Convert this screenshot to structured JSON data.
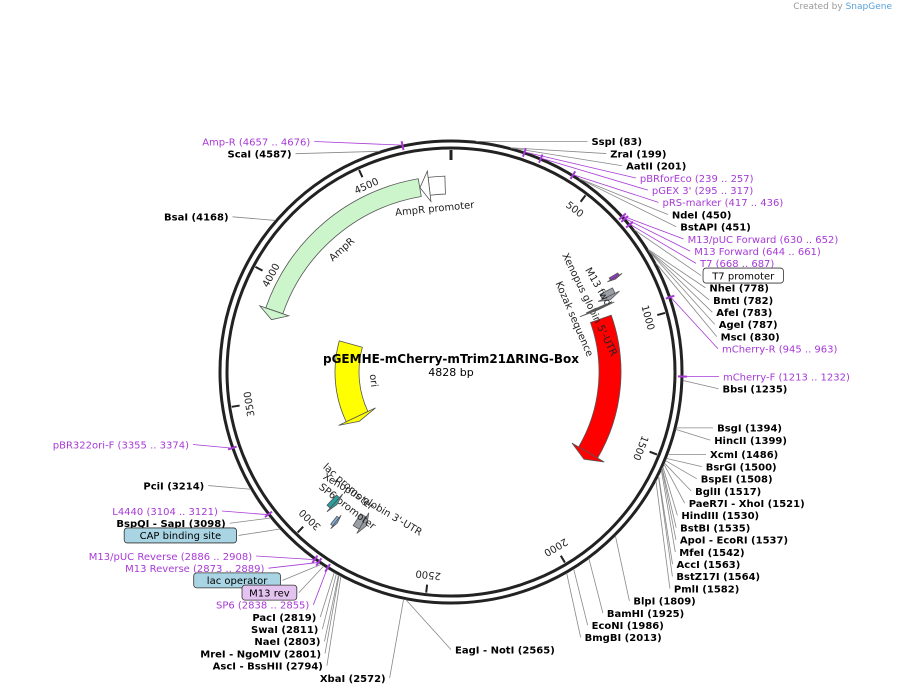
{
  "credit": {
    "prefix": "Created by",
    "brand": "SnapGene"
  },
  "chart_data": {
    "type": "plasmid-map",
    "title": "pGEMHE-mCherry-mTrim21ΔRING-Box",
    "length_label": "4828 bp",
    "length": 4828,
    "ticks": [
      {
        "pos": 0,
        "label": ""
      },
      {
        "pos": 500,
        "label": "500"
      },
      {
        "pos": 1000,
        "label": "1000"
      },
      {
        "pos": 1500,
        "label": "1500"
      },
      {
        "pos": 2000,
        "label": "2000"
      },
      {
        "pos": 2500,
        "label": "2500"
      },
      {
        "pos": 3000,
        "label": "3000"
      },
      {
        "pos": 3500,
        "label": "3500"
      },
      {
        "pos": 4000,
        "label": "4000"
      },
      {
        "pos": 4500,
        "label": "4500"
      }
    ],
    "features": [
      {
        "name": "AmpR",
        "start": 3839,
        "end": 4699,
        "dir": -1,
        "color": "#ccf5cc",
        "track": 3
      },
      {
        "name": "AmpR promoter",
        "start": 4700,
        "end": 4804,
        "dir": -1,
        "color": "#ffffff",
        "track": 3
      },
      {
        "name": "ori",
        "start": 3242,
        "end": 3830,
        "dir": -1,
        "color": "#ffff00",
        "track": 4
      },
      {
        "name": "mCherry",
        "start": 945,
        "end": 1653,
        "dir": 1,
        "color": "#ff0000",
        "track": 2
      },
      {
        "name": "Xenopus globin 5'-UTR",
        "start": 838,
        "end": 880,
        "dir": 1,
        "color": "#9a9fa5",
        "track": 1
      },
      {
        "name": "M13 fwd",
        "start": 795,
        "end": 812,
        "dir": 1,
        "color": "#9933cc",
        "track": 0
      },
      {
        "name": "Xenopus globin 3'-UTR",
        "start": 2800,
        "end": 2850,
        "dir": -1,
        "color": "#9a9fa5",
        "track": 1
      },
      {
        "name": "SP6 promoter",
        "start": 2910,
        "end": 2928,
        "dir": -1,
        "color": "#7fb0e0",
        "track": 0
      },
      {
        "name": "lac promoter",
        "start": 2960,
        "end": 2990,
        "dir": -1,
        "color": "#2aa0a0",
        "track": 1
      },
      {
        "name": "Kozak sequence",
        "start": 890,
        "end": 900,
        "dir": 1,
        "color": "#666666",
        "track": 2
      }
    ],
    "sites_right": [
      {
        "name": "SspI",
        "pos": "(83)",
        "bp": 83
      },
      {
        "name": "ZraI",
        "pos": "(199)",
        "bp": 199
      },
      {
        "name": "AatII",
        "pos": "(201)",
        "bp": 201
      },
      {
        "name": "pBRforEco",
        "pos": "(239 .. 257)",
        "bp": 248,
        "primer": true
      },
      {
        "name": "pGEX 3'",
        "pos": "(295 .. 317)",
        "bp": 306,
        "primer": true
      },
      {
        "name": "pRS-marker",
        "pos": "(417 .. 436)",
        "bp": 426,
        "primer": true
      },
      {
        "name": "NdeI",
        "pos": "(450)",
        "bp": 450
      },
      {
        "name": "BstAPI",
        "pos": "(451)",
        "bp": 451
      },
      {
        "name": "M13/pUC Forward",
        "pos": "(630 .. 652)",
        "bp": 641,
        "primer": true
      },
      {
        "name": "M13 Forward",
        "pos": "(644 .. 661)",
        "bp": 652,
        "primer": true
      },
      {
        "name": "T7",
        "pos": "(668 .. 687)",
        "bp": 677,
        "primer": true
      },
      {
        "name": "T7 promoter",
        "pos": "",
        "bp": 700,
        "boxed": true
      },
      {
        "name": "NheI",
        "pos": "(778)",
        "bp": 778
      },
      {
        "name": "BmtI",
        "pos": "(782)",
        "bp": 782
      },
      {
        "name": "AfeI",
        "pos": "(783)",
        "bp": 783
      },
      {
        "name": "AgeI",
        "pos": "(787)",
        "bp": 787
      },
      {
        "name": "MscI",
        "pos": "(830)",
        "bp": 830
      },
      {
        "name": "mCherry-R",
        "pos": "(945 .. 963)",
        "bp": 954,
        "primer": true
      },
      {
        "name": "mCherry-F",
        "pos": "(1213 .. 1232)",
        "bp": 1222,
        "primer": true
      },
      {
        "name": "BbsI",
        "pos": "(1235)",
        "bp": 1235
      },
      {
        "name": "BsgI",
        "pos": "(1394)",
        "bp": 1394
      },
      {
        "name": "HincII",
        "pos": "(1399)",
        "bp": 1399
      },
      {
        "name": "XcmI",
        "pos": "(1486)",
        "bp": 1486
      },
      {
        "name": "BsrGI",
        "pos": "(1500)",
        "bp": 1500
      },
      {
        "name": "BspEI",
        "pos": "(1508)",
        "bp": 1508
      },
      {
        "name": "BglII",
        "pos": "(1517)",
        "bp": 1517
      },
      {
        "name": "PaeR7I - XhoI",
        "pos": "(1521)",
        "bp": 1521
      },
      {
        "name": "HindIII",
        "pos": "(1530)",
        "bp": 1530
      },
      {
        "name": "BstBI",
        "pos": "(1535)",
        "bp": 1535
      },
      {
        "name": "ApoI - EcoRI",
        "pos": "(1537)",
        "bp": 1537
      },
      {
        "name": "MfeI",
        "pos": "(1542)",
        "bp": 1542
      },
      {
        "name": "AccI",
        "pos": "(1563)",
        "bp": 1563
      },
      {
        "name": "BstZ17I",
        "pos": "(1564)",
        "bp": 1564
      },
      {
        "name": "PmlI",
        "pos": "(1582)",
        "bp": 1582
      },
      {
        "name": "BlpI",
        "pos": "(1809)",
        "bp": 1809
      },
      {
        "name": "BamHI",
        "pos": "(1925)",
        "bp": 1925
      },
      {
        "name": "EcoNI",
        "pos": "(1986)",
        "bp": 1986
      },
      {
        "name": "BmgBI",
        "pos": "(2013)",
        "bp": 2013
      },
      {
        "name": "EagI - NotI",
        "pos": "(2565)",
        "bp": 2565
      }
    ],
    "sites_left": [
      {
        "name": "Amp-R",
        "pos": "(4657 .. 4676)",
        "bp": 4666,
        "primer": true
      },
      {
        "name": "ScaI",
        "pos": "(4587)",
        "bp": 4587
      },
      {
        "name": "BsaI",
        "pos": "(4168)",
        "bp": 4168
      },
      {
        "name": "pBR322ori-F",
        "pos": "(3355 .. 3374)",
        "bp": 3364,
        "primer": true
      },
      {
        "name": "PciI",
        "pos": "(3214)",
        "bp": 3214
      },
      {
        "name": "L4440",
        "pos": "(3104 .. 3121)",
        "bp": 3112,
        "primer": true
      },
      {
        "name": "BspQI - SapI",
        "pos": "(3098)",
        "bp": 3098
      },
      {
        "name": "CAP binding site",
        "pos": "",
        "bp": 3050,
        "boxed": true,
        "fill": "#a9d4e3"
      },
      {
        "name": "M13/pUC Reverse",
        "pos": "(2886 .. 2908)",
        "bp": 2897,
        "primer": true
      },
      {
        "name": "lac operator",
        "pos": "",
        "bp": 2870,
        "boxed": true,
        "fill": "#a9d4e3"
      },
      {
        "name": "M13 Reverse",
        "pos": "(2873 .. 2889)",
        "bp": 2881,
        "primer": true
      },
      {
        "name": "M13 rev",
        "pos": "",
        "bp": 2860,
        "boxed": true,
        "fill": "#e4c3f0"
      },
      {
        "name": "SP6",
        "pos": "(2838 .. 2855)",
        "bp": 2846,
        "primer": true
      },
      {
        "name": "PacI",
        "pos": "(2819)",
        "bp": 2819
      },
      {
        "name": "SwaI",
        "pos": "(2811)",
        "bp": 2811
      },
      {
        "name": "NaeI",
        "pos": "(2803)",
        "bp": 2803
      },
      {
        "name": "MreI - NgoMIV",
        "pos": "(2801)",
        "bp": 2801
      },
      {
        "name": "AscI - BssHII",
        "pos": "(2794)",
        "bp": 2794
      },
      {
        "name": "XbaI",
        "pos": "(2572)",
        "bp": 2572
      }
    ]
  }
}
